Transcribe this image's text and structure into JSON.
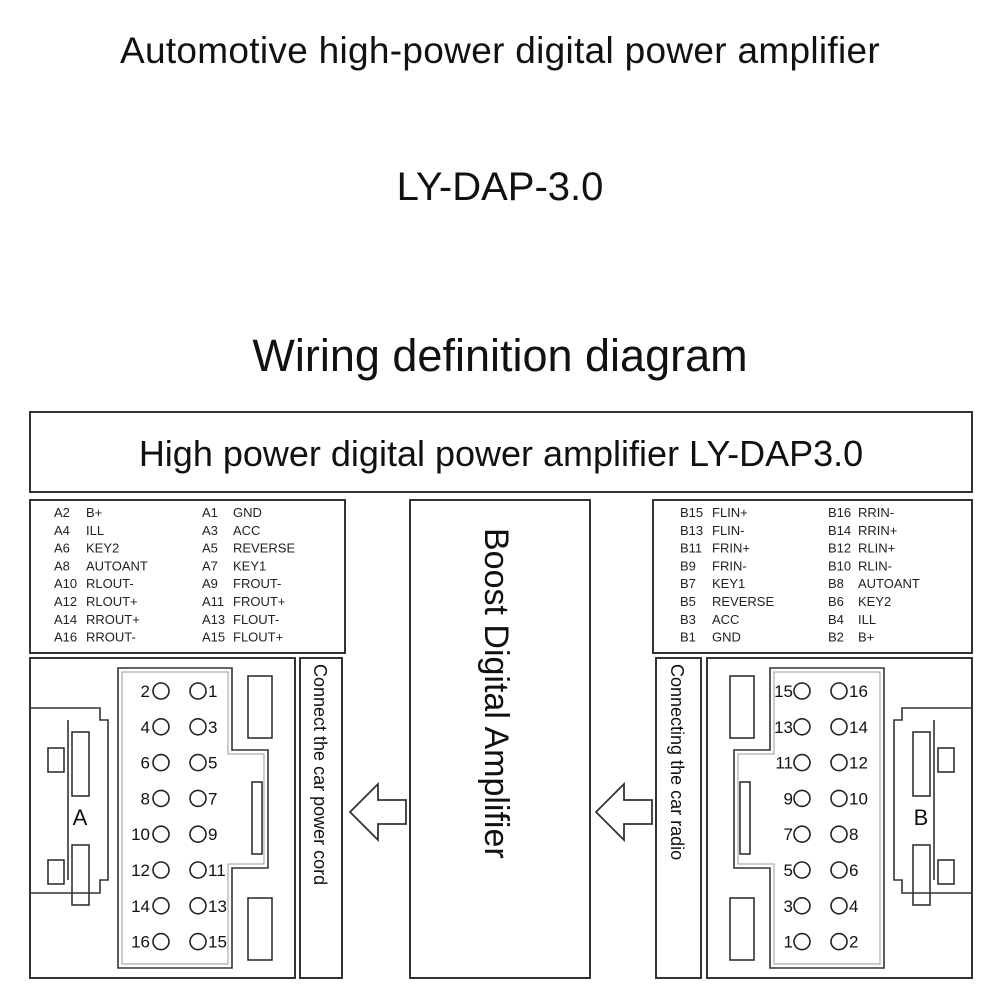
{
  "title": "Automotive high-power digital power amplifier",
  "model": "LY-DAP-3.0",
  "subtitle": "Wiring definition diagram",
  "device_header": "High power digital power amplifier LY-DAP3.0",
  "center_label": "Boost Digital Amplifier",
  "connector_a": {
    "letter": "A",
    "connect_label": "Connect the car power cord",
    "pins_left": [
      {
        "id": "A2",
        "name": "B+"
      },
      {
        "id": "A4",
        "name": "ILL"
      },
      {
        "id": "A6",
        "name": "KEY2"
      },
      {
        "id": "A8",
        "name": "AUTOANT"
      },
      {
        "id": "A10",
        "name": "RLOUT-"
      },
      {
        "id": "A12",
        "name": "RLOUT+"
      },
      {
        "id": "A14",
        "name": "RROUT+"
      },
      {
        "id": "A16",
        "name": "RROUT-"
      }
    ],
    "pins_right": [
      {
        "id": "A1",
        "name": "GND"
      },
      {
        "id": "A3",
        "name": "ACC"
      },
      {
        "id": "A5",
        "name": "REVERSE"
      },
      {
        "id": "A7",
        "name": "KEY1"
      },
      {
        "id": "A9",
        "name": "FROUT-"
      },
      {
        "id": "A11",
        "name": "FROUT+"
      },
      {
        "id": "A13",
        "name": "FLOUT-"
      },
      {
        "id": "A15",
        "name": "FLOUT+"
      }
    ],
    "grid": [
      [
        "2",
        "1"
      ],
      [
        "4",
        "3"
      ],
      [
        "6",
        "5"
      ],
      [
        "8",
        "7"
      ],
      [
        "10",
        "9"
      ],
      [
        "12",
        "11"
      ],
      [
        "14",
        "13"
      ],
      [
        "16",
        "15"
      ]
    ]
  },
  "connector_b": {
    "letter": "B",
    "connect_label": "Connecting the car radio",
    "pins_left": [
      {
        "id": "B15",
        "name": "FLIN+"
      },
      {
        "id": "B13",
        "name": "FLIN-"
      },
      {
        "id": "B11",
        "name": "FRIN+"
      },
      {
        "id": "B9",
        "name": "FRIN-"
      },
      {
        "id": "B7",
        "name": "KEY1"
      },
      {
        "id": "B5",
        "name": "REVERSE"
      },
      {
        "id": "B3",
        "name": "ACC"
      },
      {
        "id": "B1",
        "name": "GND"
      }
    ],
    "pins_right": [
      {
        "id": "B16",
        "name": "RRIN-"
      },
      {
        "id": "B14",
        "name": "RRIN+"
      },
      {
        "id": "B12",
        "name": "RLIN+"
      },
      {
        "id": "B10",
        "name": "RLIN-"
      },
      {
        "id": "B8",
        "name": "AUTOANT"
      },
      {
        "id": "B6",
        "name": "KEY2"
      },
      {
        "id": "B4",
        "name": "ILL"
      },
      {
        "id": "B2",
        "name": "B+"
      }
    ],
    "grid": [
      [
        "15",
        "16"
      ],
      [
        "13",
        "14"
      ],
      [
        "11",
        "12"
      ],
      [
        "9",
        "10"
      ],
      [
        "7",
        "8"
      ],
      [
        "5",
        "6"
      ],
      [
        "3",
        "4"
      ],
      [
        "1",
        "2"
      ]
    ]
  }
}
